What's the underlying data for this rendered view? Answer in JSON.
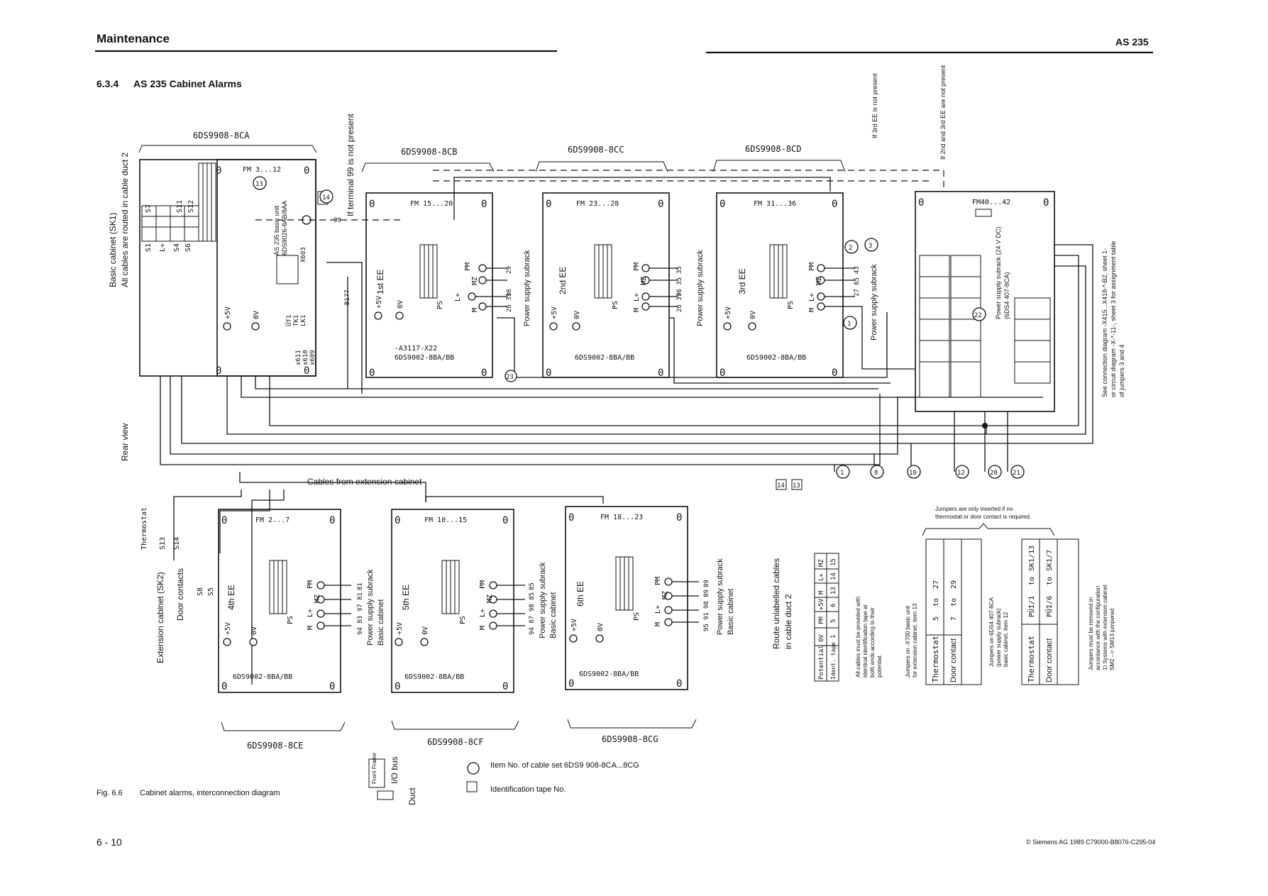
{
  "header": {
    "section": "Maintenance",
    "product": "AS 235",
    "title_number": "6.3.4",
    "title_text": "AS 235 Cabinet Alarms"
  },
  "footer": {
    "page": "6 - 10",
    "copyright": "© Siemens AG 1989 C79000-B8076-C295-04",
    "fig_number": "Fig. 6.6",
    "fig_caption": "Cabinet alarms, interconnection diagram"
  },
  "labels": {
    "basic_cabinet": "Basic cabinet (SK1)",
    "cables_routed": "All cables are routed in cable duct 2",
    "rear_view": "Rear view",
    "cables_ext": "Cables from extension cabinet",
    "ext_cabinet": "Extension cabinet (SK2)",
    "door_contacts": "Door contacts",
    "thermostat": "Thermostat",
    "terminal99": "If terminal 99 is not present",
    "if3rd": "If 3rd EE is not present",
    "if2nd3rd": "If 2nd and 3rd EE are not present",
    "route_unlabelled_1": "Route unlabelled cables",
    "route_unlabelled_2": "in cable duct 2",
    "jumpers_only": "Jumpers are only inserted if no",
    "jumpers_only_2": "thermostat or door contact is required.",
    "all_cables_1": "All cables must be provided with",
    "all_cables_2": "identical identification tape at",
    "all_cables_3": "both ends according to their",
    "all_cables_4": "potential.",
    "jumpers_x700_1": "Jumpers on -X700 basic unit",
    "jumpers_x700_2": "for extension cabinet, item 13",
    "jumpers_6ds4_1": "Jumpers on 6DS4 407-8CA",
    "jumpers_6ds4_2": "(power supply subrack)",
    "jumpers_6ds4_3": "basic cabinet, item 12",
    "jumpers_removed_1": "Jumpers must be removed in",
    "jumpers_removed_2": "accordance with the configuration",
    "jumpers_removed_3": "1) Systems with extension cabinet",
    "jumpers_removed_4": "SM2 --> SM13 jumpered",
    "see_conn_1": "See connection diagram -X415...X418-*-B2, sheet 1-",
    "see_conn_2": "or circuit diagram -X-*-11-, sheet 3 for assignment table",
    "see_conn_3": "of jumpers 3 and 4",
    "psu_24v": "Power supply subrack (24 V DC)",
    "psu_24v_2": "(6DS4 407-8CA)",
    "psu_subrack": "Power supply subrack",
    "basic_cabinet_short": "Basic cabinet",
    "item_no": "Item No. of cable set 6DS9 908-8CA...8CG",
    "ident_tape": "Identification tape No.",
    "front_frame": "Front Frame",
    "io_bus": "I/O bus",
    "duct": "Duct",
    "basic_unit_1": "AS 235 basic unit",
    "basic_unit_2": "6DS9026-8AB/8AA"
  },
  "cable_sets": {
    "ca": "6DS9908-8CA",
    "cb": "6DS9908-8CB",
    "cc": "6DS9908-8CC",
    "cd": "6DS9908-8CD",
    "ce": "6DS9908-8CE",
    "cf": "6DS9908-8CF",
    "cg": "6DS9908-8CG"
  },
  "modules": [
    {
      "fm": "FM 15...20",
      "ee": "1st EE",
      "part": "6DS9002-8BA/BB",
      "extra": "-A3117-X22",
      "terms": [
        "29",
        "96",
        "31 96",
        "26 31"
      ]
    },
    {
      "fm": "FM 23...28",
      "ee": "2nd EE",
      "part": "6DS9002-8BA/BB",
      "terms": [
        "35",
        "96 35",
        "37 96",
        "26 37"
      ]
    },
    {
      "fm": "FM 31...36",
      "ee": "3rd EE",
      "part": "6DS9002-8BA/BB",
      "terms": [
        "43",
        "97 43",
        "27 65",
        "27 65"
      ]
    },
    {
      "fm": "FM 2...7",
      "ee": "4th EE",
      "part": "6DS9002-8BA/BB",
      "terms": [
        "81",
        "97 81",
        "94 83",
        ""
      ]
    },
    {
      "fm": "FM 10...15",
      "ee": "5th EE",
      "part": "6DS9002-8BA/BB",
      "terms": [
        "85",
        "98 85",
        "94 87",
        ""
      ]
    },
    {
      "fm": "FM 18...23",
      "ee": "6th EE",
      "part": "6DS9002-8BA/BB",
      "terms": [
        "89",
        "98 89",
        "95 91",
        ""
      ]
    }
  ],
  "basic_fm": "FM 3...12",
  "psu_fm": "FM40...42",
  "pins": {
    "pm": "PM",
    "mz": "MZ",
    "lp": "L+",
    "m": "M",
    "ps": "PS",
    "p5v": "+5V",
    "p0v": "0V"
  },
  "item_circles": [
    "1",
    "8",
    "10",
    "12",
    "20",
    "21"
  ],
  "tape_boxes": [
    "14",
    "13"
  ],
  "potential_table": {
    "row1": [
      "Potential",
      "0V",
      "PM",
      "+5V",
      "M",
      "L+",
      "MZ"
    ],
    "row2": [
      "Ident. tape",
      "1",
      "5",
      "6",
      "13",
      "14",
      "15"
    ]
  },
  "jumper_table_1": {
    "rows": [
      [
        "Thermostat",
        "5",
        "to",
        "27"
      ],
      [
        "Door contact",
        "7",
        "to",
        "29"
      ]
    ]
  },
  "jumper_table_2": {
    "rows": [
      [
        "Thermostat",
        "PÜI/1",
        "to",
        "SK1/13"
      ],
      [
        "Door contact",
        "PÜI/6",
        "to",
        "SK1/7"
      ]
    ]
  },
  "sw_labels": {
    "s1": "S1",
    "s4": "S4",
    "s6": "S6",
    "s7": "S7",
    "s11": "S11",
    "s12": "S12",
    "s13": "S13",
    "s14": "S14",
    "s8": "S8",
    "s5": "S5",
    "ut1": "ÜT1",
    "tk1": "TK1",
    "lk1": "LK1",
    "b177": "B177",
    "x603": "X603",
    "x611": "x611",
    "x610": "x610",
    "x609": "x609"
  },
  "colors": {
    "ink": "#111111",
    "paper": "#ffffff"
  }
}
